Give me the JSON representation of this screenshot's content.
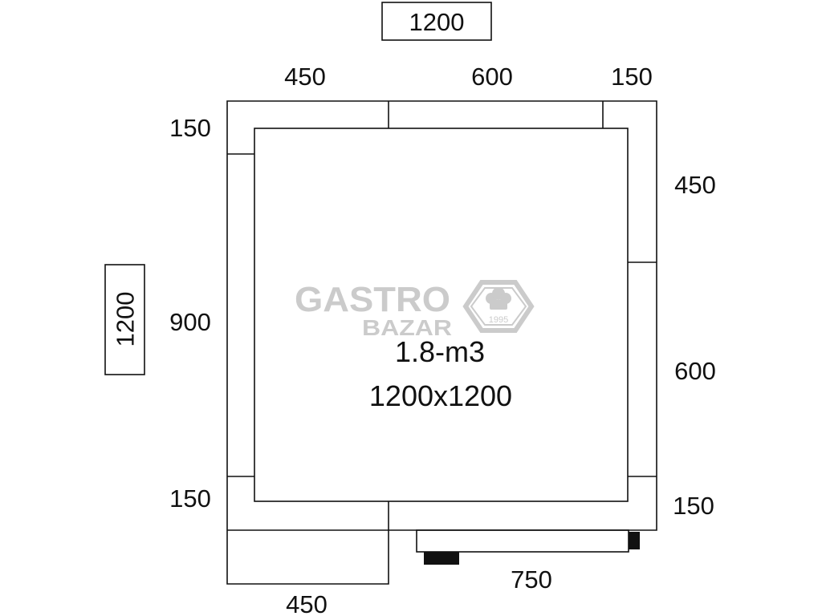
{
  "diagram": {
    "overall_width": "1200",
    "overall_depth": "1200",
    "top_segments": [
      "450",
      "600",
      "150"
    ],
    "left_segments": [
      "150",
      "900",
      "150"
    ],
    "right_segments": [
      "450",
      "600",
      "150"
    ],
    "bottom_left_segment": "450",
    "door_width": "750",
    "volume": "1.8-m3",
    "size": "1200x1200"
  },
  "watermark": {
    "line1": "GASTRO",
    "line2": "BAZAR",
    "year": "1995",
    "color": "#c9c9c9",
    "icon": "chef-hat-icon"
  },
  "colors": {
    "line": "#111111",
    "background": "#ffffff",
    "door_handle": "#111111"
  }
}
